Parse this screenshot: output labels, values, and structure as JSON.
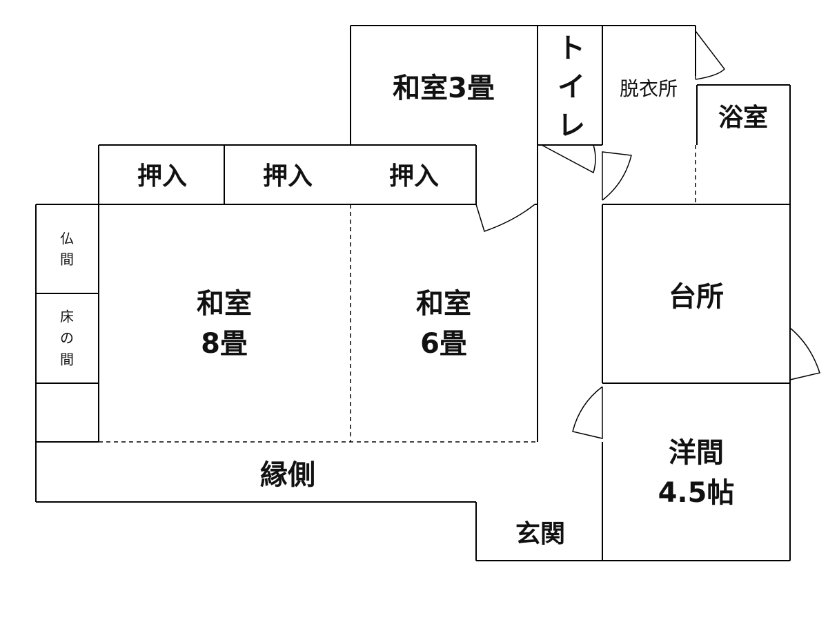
{
  "rooms": {
    "washitsu3": "和室3畳",
    "toilet": [
      "ト",
      "イ",
      "レ"
    ],
    "datsuijo": "脱衣所",
    "yokushitsu": "浴室",
    "oshiire1": "押入",
    "oshiire2": "押入",
    "oshiire3": "押入",
    "butsuma": [
      "仏",
      "間"
    ],
    "tokonoma": [
      "床",
      "の",
      "間"
    ],
    "washitsu8": [
      "和室",
      "8畳"
    ],
    "washitsu6": [
      "和室",
      "6畳"
    ],
    "daidokoro": "台所",
    "engawa": "縁側",
    "yoma": [
      "洋間",
      "4.5帖"
    ],
    "genkan": "玄関"
  }
}
